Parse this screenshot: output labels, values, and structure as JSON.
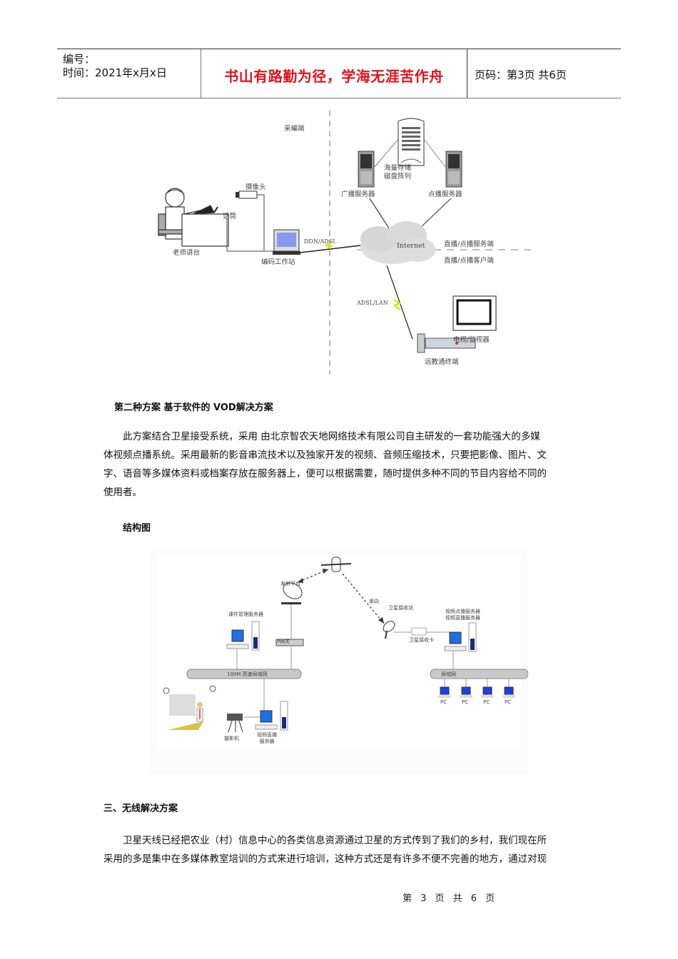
{
  "header": {
    "serial_label": "编号：",
    "date_label": "时间：2021年x月x日",
    "motto": "书山有路勤为径，学海无涯苦作舟",
    "page_info": "页码：第3页  共6页",
    "motto_color": "#e0141e"
  },
  "diagram1": {
    "zone_top": "采编端",
    "storage": [
      "海量存储",
      "磁盘阵列"
    ],
    "broadcast_server": "广播服务器",
    "vod_server": "点播服务器",
    "camera": "摄像头",
    "microphone": "话筒",
    "teacher_desk": "老师讲台",
    "encoder": "编码工作站",
    "link1": "DDN/ADSL",
    "internet": "Internet",
    "server_side": "直播/点播服务端",
    "client_side": "直播/点播客户端",
    "link2": "ADSL/LAN",
    "tv": "电视/监视器",
    "terminal": "远教通终端"
  },
  "section2": {
    "title": "第二种方案  基于软件的 VOD解决方案",
    "paragraph_lines": [
      "此方案结合卫星接受系统，采用 由北京智农天地网络技术有限公司自主研发的一套功能强大的多媒",
      "体视频点播系统。采用最新的影音串流技术以及独家开发的视频、音频压缩技术，只要把影像、图片、文",
      "字、语音等多媒体资料或档案存放在服务器上，便可以根据需要，随时提供多种不同的节目内容给不同的",
      "使用者。"
    ],
    "structure_label": "结构图"
  },
  "diagram2": {
    "uplink": "发射平台",
    "oneway": "单向",
    "courseware_server": "课件管理服务器",
    "ip_gateway": "IP网关",
    "lan100": "100M 高速局域网",
    "sat_station": "卫星接收站",
    "sat_card": "卫星接收卡",
    "vod_servers": [
      "视频点播服务器",
      "视频直播服务器"
    ],
    "lan": "局域网",
    "pcs": [
      "PC",
      "PC",
      "PC",
      "PC"
    ],
    "camcorder": "摄影机",
    "live_server": [
      "视频直播",
      "服务器"
    ]
  },
  "section3": {
    "title": "三、无线解决方案",
    "paragraph_lines": [
      "卫星天线已经把农业（村）信息中心的各类信息资源通过卫星的方式传到了我们的乡村，我们现在所",
      "采用的多是集中在多媒体教室培训的方式来进行培训，这种方式还是有许多不便不完善的地方，通过对现"
    ]
  },
  "footer": {
    "page_text": "第 3 页 共 6 页"
  }
}
